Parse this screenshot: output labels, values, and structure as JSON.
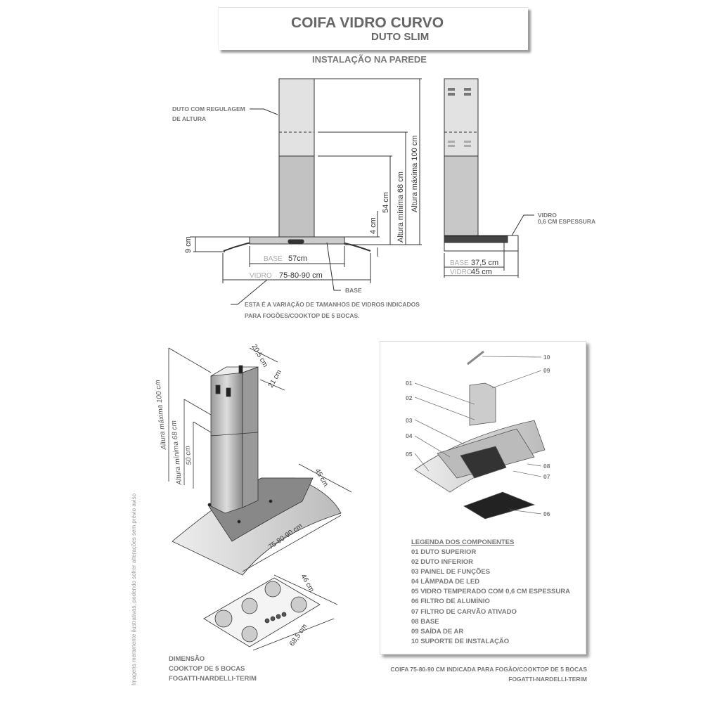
{
  "header": {
    "title": "COIFA VIDRO CURVO",
    "subtitle": "DUTO SLIM",
    "section": "INSTALAÇÃO NA PAREDE"
  },
  "front_view": {
    "duct_label_1": "DUTO COM REGULAGEM",
    "duct_label_2": "DE ALTURA",
    "max_height": "Altura máxima 100 cm",
    "min_height": "Altura mínima 68 cm",
    "h54": "54 cm",
    "h4": "4 cm",
    "h9": "9 cm",
    "base_word": "BASE",
    "base_value": "57cm",
    "glass_word": "VIDRO",
    "glass_value": "75-80-90 cm",
    "base_callout": "BASE",
    "note_1": "ESTA É A VARIAÇÃO DE TAMANHOS DE VIDROS INDICADOS",
    "note_2": "PARA FOGÕES/COOKTOP DE 5 BOCAS."
  },
  "side_view": {
    "glass_label": "VIDRO",
    "glass_thickness": "0,6 CM ESPESSURA",
    "base_word": "BASE",
    "base_value": "37,5 cm",
    "glass_word": "VIDRO",
    "glass_value": "45 cm"
  },
  "iso_view": {
    "max_height": "Altura máxima 100 cm",
    "min_height": "Altura mínima 68 cm",
    "h50": "50 cm",
    "d205": "20,5 cm",
    "d21": "21 cm",
    "depth": "45 cm",
    "width": "75-80-90 cm",
    "cooktop_depth": "46 cm",
    "cooktop_width": "68,5 cm",
    "caption_1": "DIMENSÃO",
    "caption_2": "COOKTOP DE 5 BOCAS",
    "caption_3": "FOGATTI-NARDELLI-TERIM"
  },
  "disclaimer": "Imagens meramente ilustrativas, podendo sofrer alterações sem prévio aviso",
  "exploded": {
    "callouts": [
      "01",
      "02",
      "03",
      "04",
      "05",
      "06",
      "07",
      "08",
      "09",
      "10"
    ],
    "legend_title": "LEGENDA DOS COMPONENTES",
    "legend": [
      "01 DUTO SUPERIOR",
      "02 DUTO INFERIOR",
      "03 PAINEL DE FUNÇÕES",
      "04 LÂMPADA DE LED",
      "05 VIDRO TEMPERADO COM 0,6 CM ESPESSURA",
      "06 FILTRO DE ALUMÍNIO",
      "07 FILTRO DE CARVÃO ATIVADO",
      "08 BASE",
      "09 SAÍDA DE AR",
      "10 SUPORTE DE  INSTALAÇÃO"
    ],
    "caption_1": "COIFA 75-80-90 CM INDICADA PARA FOGÃO/COOKTOP DE 5 BOCAS",
    "caption_2": "FOGATTI-NARDELLI-TERIM"
  }
}
